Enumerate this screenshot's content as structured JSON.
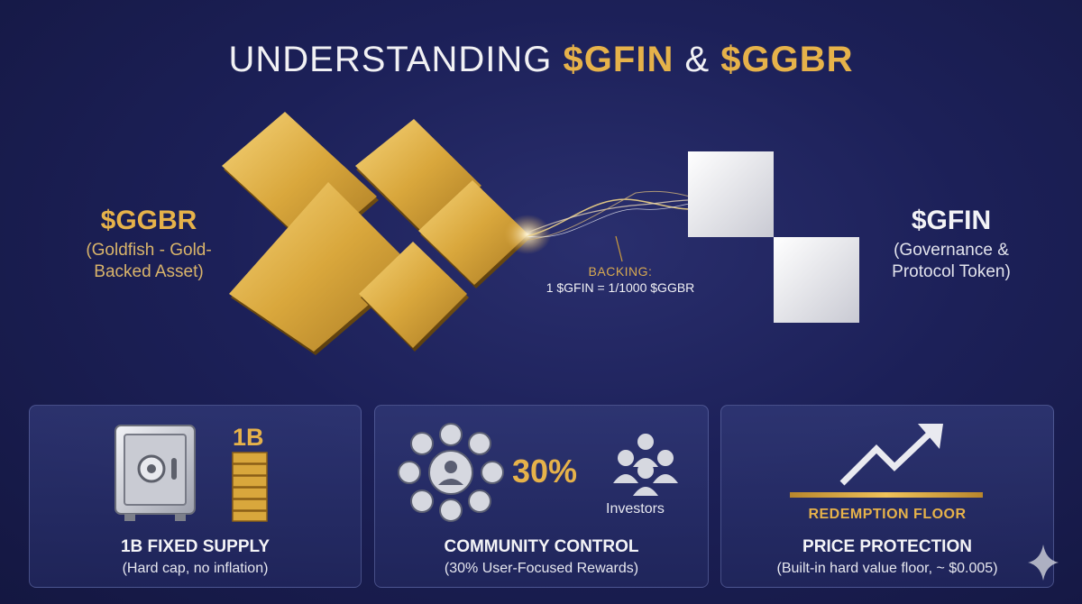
{
  "title": {
    "prefix": "UNDERSTANDING ",
    "token1": "$GFIN",
    "amp": " & ",
    "token2": "$GGBR"
  },
  "ggbr": {
    "name": "$GGBR",
    "desc_line1": "(Goldfish - Gold-",
    "desc_line2": "Backed Asset)"
  },
  "gfin": {
    "name": "$GFIN",
    "desc_line1": "(Governance &",
    "desc_line2": "Protocol Token)"
  },
  "backing": {
    "label": "BACKING:",
    "ratio": "1 $GFIN = 1/1000 $GGBR"
  },
  "cards": [
    {
      "title": "1B FIXED SUPPLY",
      "subtitle": "(Hard cap, no inflation)",
      "badge": "1B"
    },
    {
      "title": "COMMUNITY CONTROL",
      "subtitle": "(30% User-Focused Rewards)",
      "badge": "30%",
      "extra": "Investors"
    },
    {
      "title": "PRICE PROTECTION",
      "subtitle": "(Built-in hard value floor, ~ $0.005)",
      "badge": "REDEMPTION FLOOR"
    }
  ],
  "colors": {
    "gold": "#e6b24a",
    "background": "#1c2058",
    "silver": "#d6d8e0"
  },
  "icons": [
    "vault-icon",
    "gold-stack-icon",
    "community-icon",
    "investors-icon",
    "trend-arrow-icon",
    "sparkle-icon"
  ]
}
